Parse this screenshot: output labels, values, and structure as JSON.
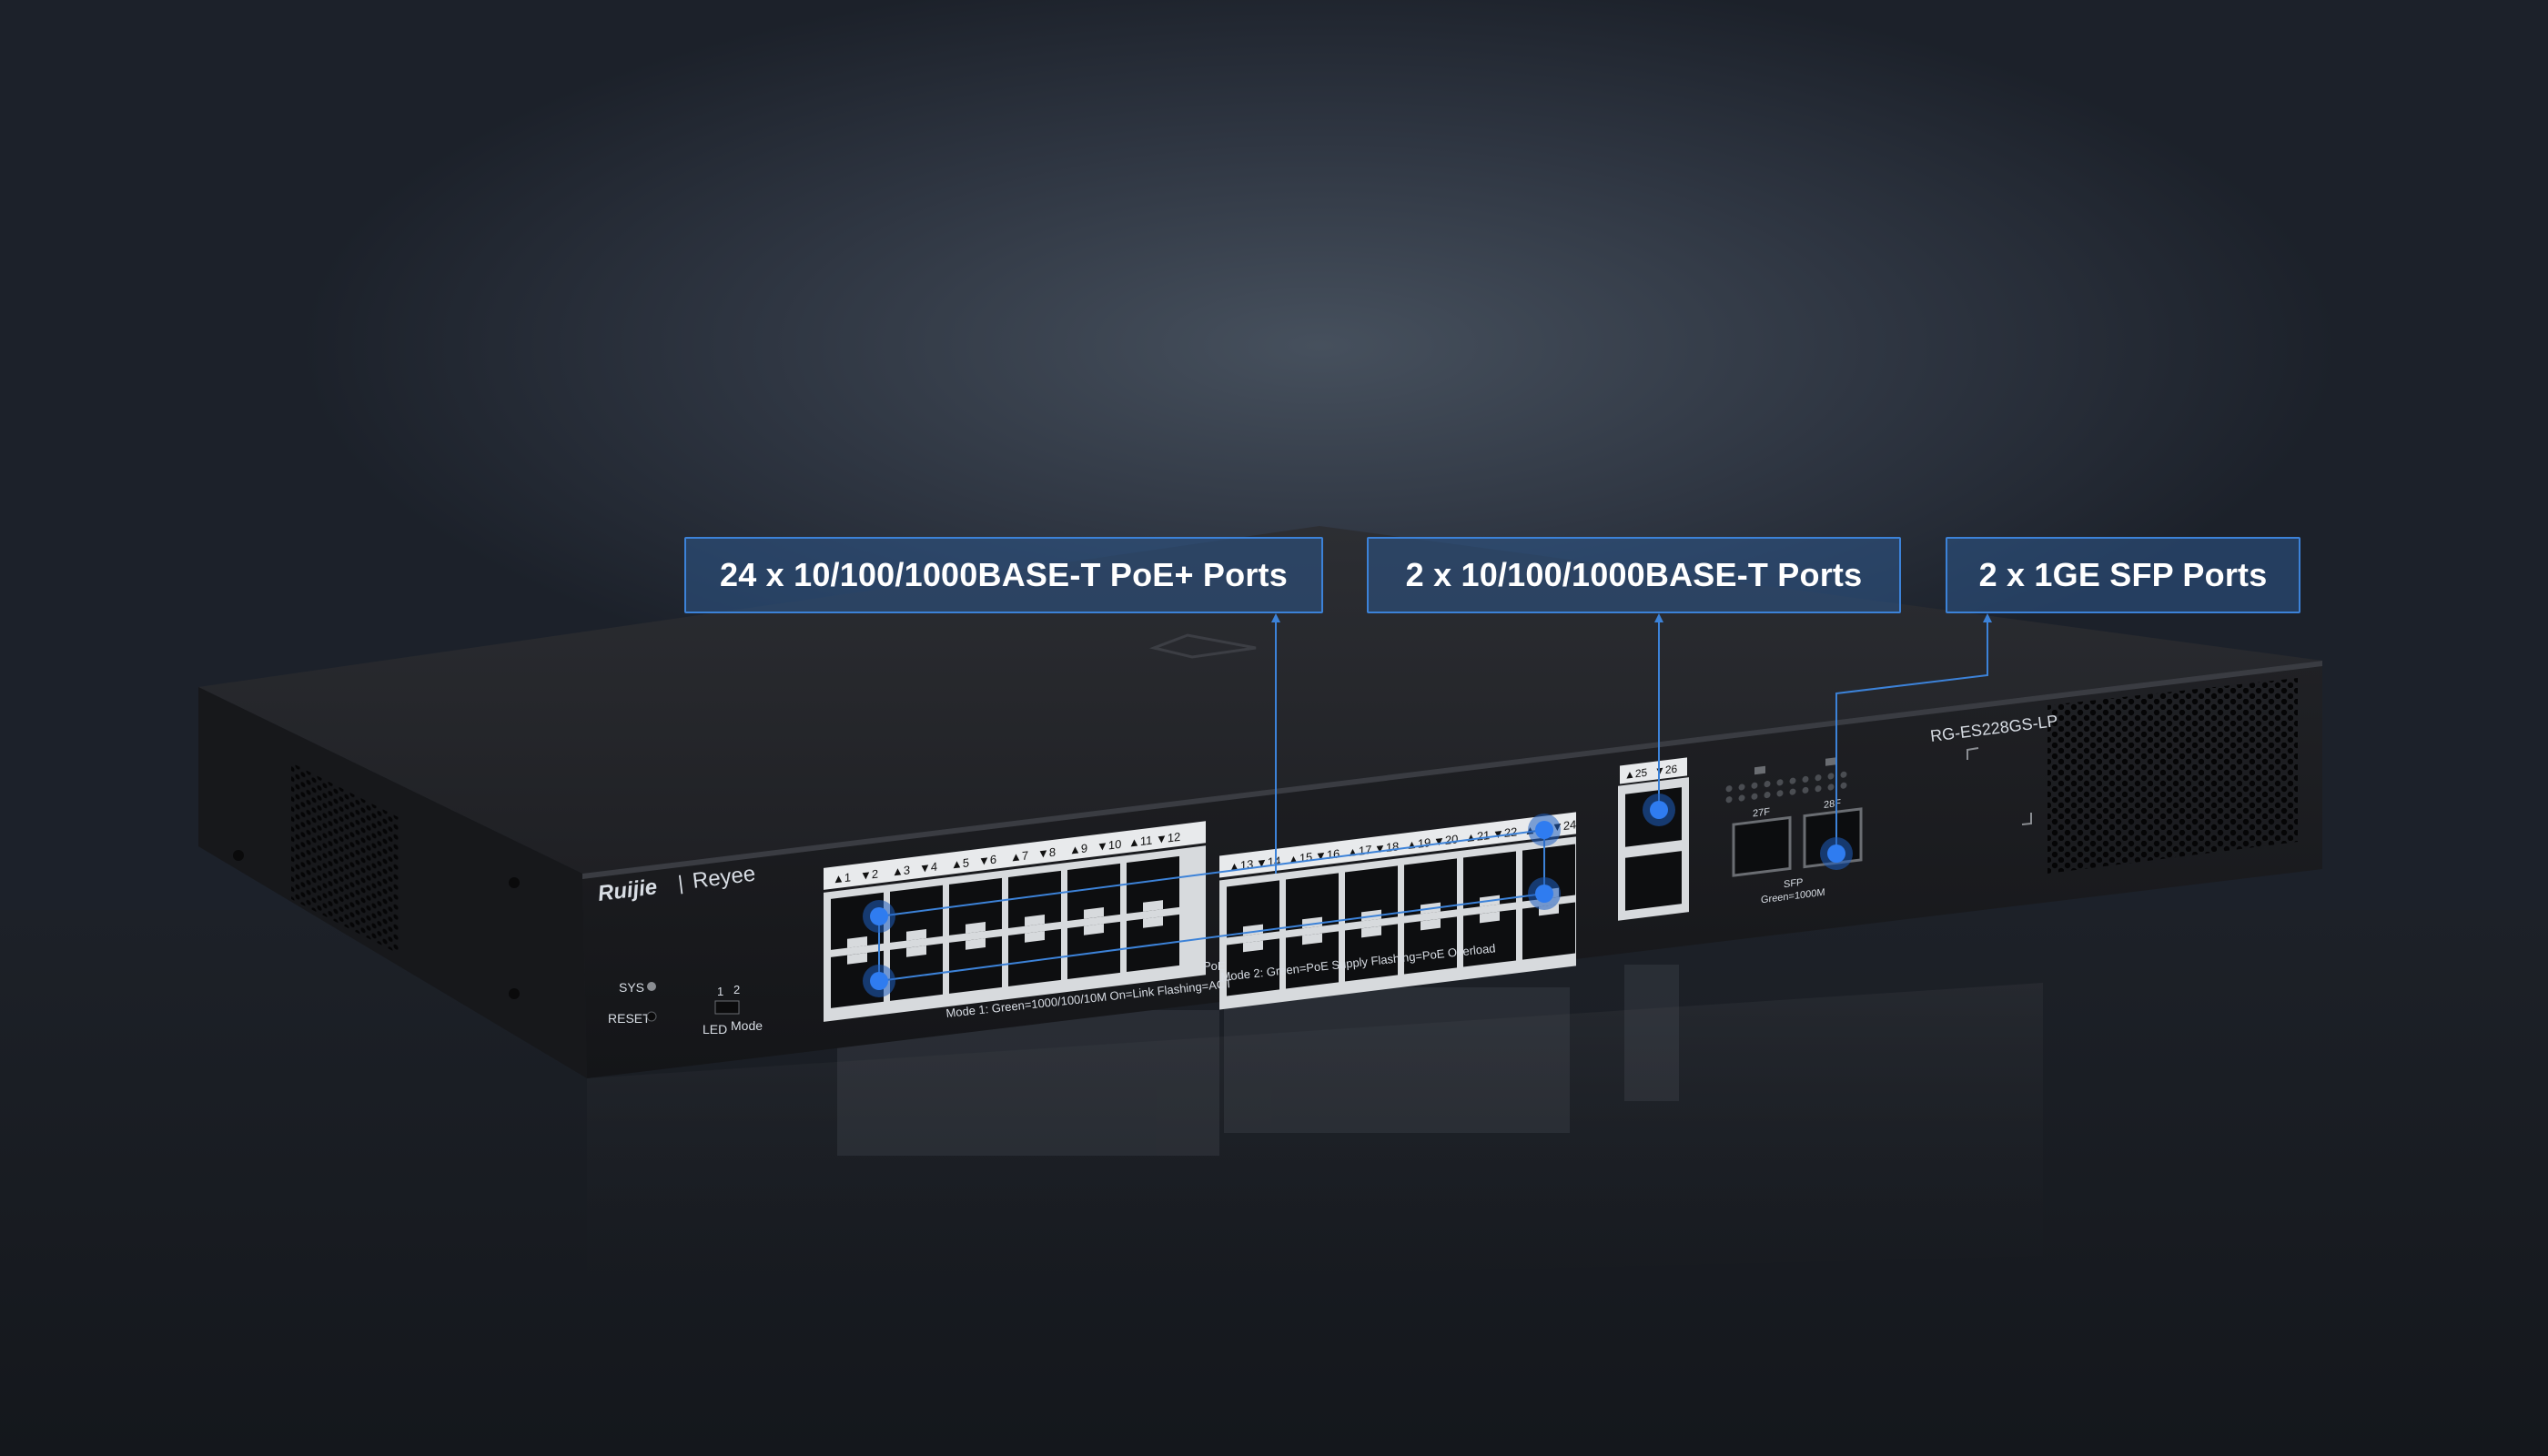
{
  "callouts": [
    {
      "label": "24 x 10/100/1000BASE-T PoE+ Ports"
    },
    {
      "label": "2 x 10/100/1000BASE-T Ports"
    },
    {
      "label": "2 x 1GE SFP Ports"
    }
  ],
  "device": {
    "brand": "Ruijie",
    "sub_brand": "Reyee",
    "model": "RG-ES228GS-LP",
    "sys_label": "SYS",
    "reset_label": "RESET",
    "led_label": "LED",
    "mode_label": "Mode",
    "mode_1": "1",
    "mode_2": "2",
    "poe_label": "PoE",
    "mode1_text": "Mode 1: Green=1000/100/10M  On=Link Flashing=ACT",
    "mode2_text": "Mode 2: Green=PoE Supply  Flashing=PoE Overload",
    "uplink_labels": [
      "▲25",
      "▼26"
    ],
    "sfp_labels": [
      "27F",
      "28F"
    ],
    "sfp_text": "SFP",
    "sfp_mode": "Green=1000M",
    "port_labels_g1": [
      "▲1",
      "▼2",
      "▲3",
      "▼4",
      "▲5",
      "▼6",
      "▲7",
      "▼8",
      "▲9",
      "▼10",
      "▲11",
      "▼12"
    ],
    "port_labels_g2": [
      "▲13",
      "▼14",
      "▲15",
      "▼16",
      "▲17",
      "▼18",
      "▲19",
      "▼20",
      "▲21",
      "▼22",
      "▲23",
      "▼24"
    ]
  },
  "colors": {
    "accent": "#3c82d8",
    "marker": "#2f7cf0",
    "chassis": "#1c1d20"
  }
}
